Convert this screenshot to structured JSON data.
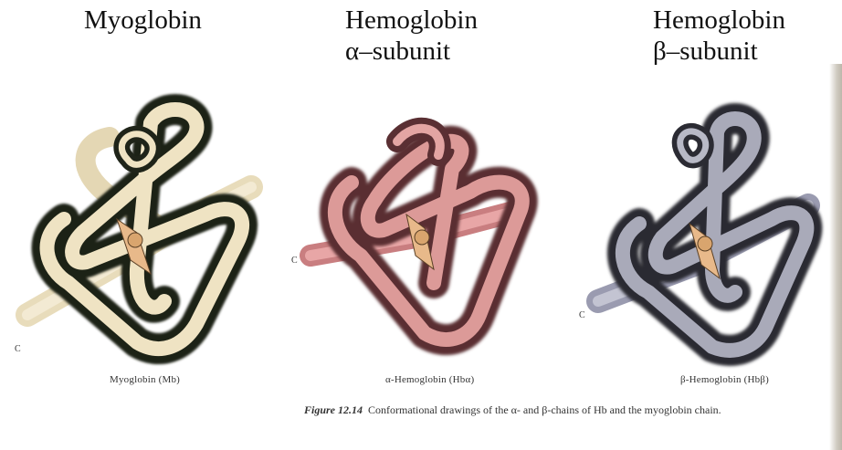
{
  "titles": {
    "myoglobin": {
      "line1": "Myoglobin",
      "line2": ""
    },
    "alpha": {
      "line1": "Hemoglobin",
      "line2": "α–subunit"
    },
    "beta": {
      "line1": "Hemoglobin",
      "line2": "β–subunit"
    }
  },
  "panels": {
    "myoglobin": {
      "caption": "Myoglobin (Mb)",
      "c_terminus": "C",
      "color": "#efe3c3",
      "shadow": "#2a2f22"
    },
    "alpha": {
      "caption": "α-Hemoglobin (Hbα)",
      "c_terminus": "C",
      "color": "#dc9a98",
      "shadow": "#5a2f33"
    },
    "beta": {
      "caption": "β-Hemoglobin (Hbβ)",
      "c_terminus": "C",
      "color": "#a9aab9",
      "shadow": "#2b2b33"
    }
  },
  "figure_caption": {
    "label": "Figure 12.14",
    "text": "Conformational drawings of the α- and β-chains of Hb and the myoglobin chain."
  }
}
